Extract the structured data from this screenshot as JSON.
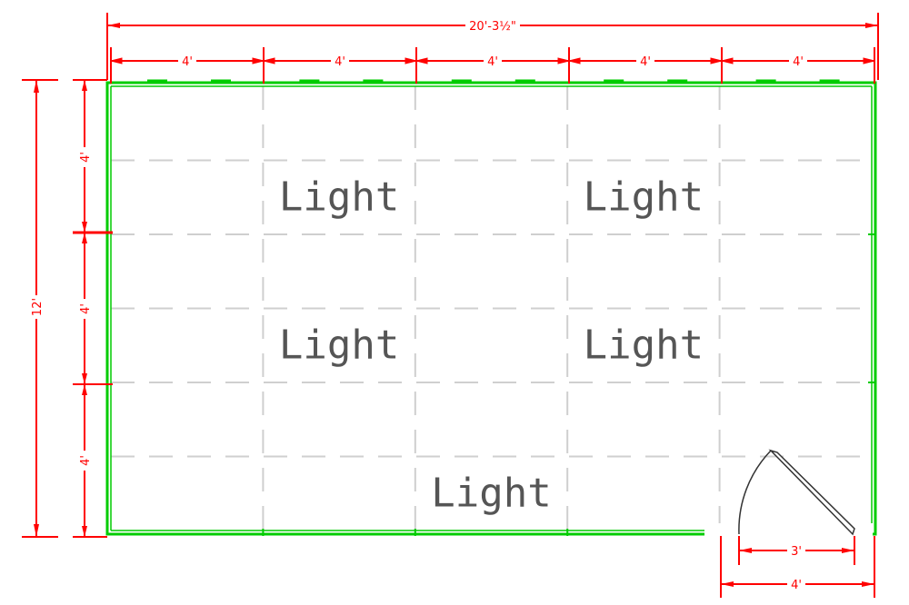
{
  "colors": {
    "dimension": "#ff0000",
    "wall": "#00cc00",
    "grid": "#cfcfcf",
    "label": "#555555",
    "door": "#333333"
  },
  "dimensions": {
    "overall_width": "20'-3½\"",
    "overall_height": "12'",
    "bay_width": "4'",
    "row_height": "4'",
    "door_width": "3'",
    "door_offset": "4'"
  },
  "grid": {
    "columns": 5,
    "rows": 6
  },
  "lights": [
    {
      "label": "Light",
      "col": 1.5,
      "row": 1.5
    },
    {
      "label": "Light",
      "col": 3.5,
      "row": 1.5
    },
    {
      "label": "Light",
      "col": 1.5,
      "row": 3.5
    },
    {
      "label": "Light",
      "col": 3.5,
      "row": 3.5
    },
    {
      "label": "Light",
      "col": 2.5,
      "row": 5.5
    }
  ]
}
